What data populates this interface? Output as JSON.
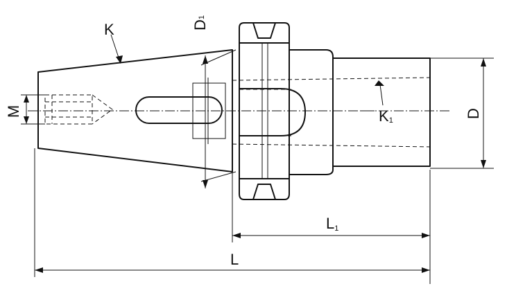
{
  "labels": {
    "K": "K",
    "D1_main": "D",
    "D1_sub": "1",
    "M": "M",
    "K1_main": "K",
    "K1_sub": "1",
    "D": "D",
    "L1_main": "L",
    "L1_sub": "1",
    "L": "L"
  }
}
